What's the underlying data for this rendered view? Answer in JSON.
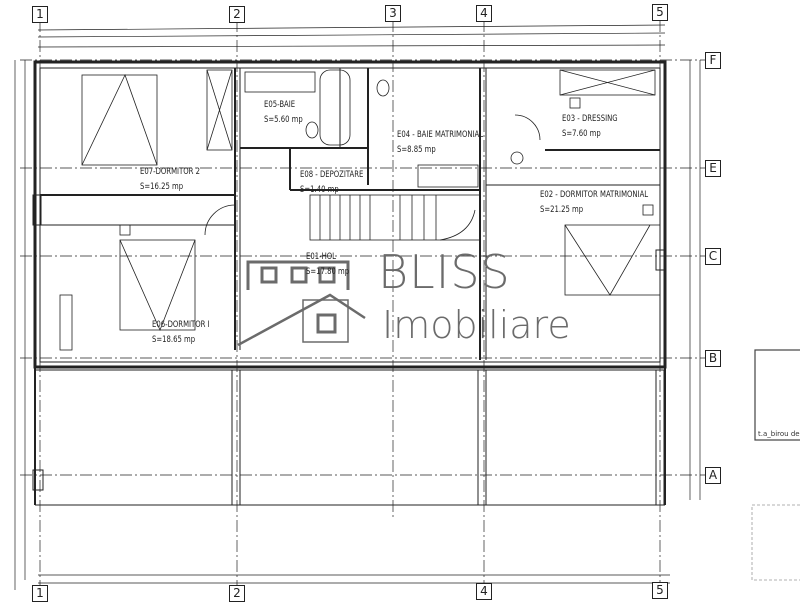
{
  "plan": {
    "axes_columns": [
      "1",
      "2",
      "3",
      "4",
      "5"
    ],
    "axes_rows": [
      "F",
      "E",
      "C",
      "B",
      "A"
    ],
    "rooms": [
      {
        "name": "E05-BAIE",
        "area": "S=5.60 mp"
      },
      {
        "name": "E04 - BAIE MATRIMONIAL",
        "area": "S=8.85 mp"
      },
      {
        "name": "E03 - DRESSING",
        "area": "S=7.60 mp"
      },
      {
        "name": "E07-DORMITOR 2",
        "area": "S=16.25 mp"
      },
      {
        "name": "E08 - DEPOZITARE",
        "area": "S=1.40 mp"
      },
      {
        "name": "E02 - DORMITOR MATRIMONIAL",
        "area": "S=21.25 mp"
      },
      {
        "name": "E01-HOL",
        "area": "S=17.80 mp"
      },
      {
        "name": "E06-DORMITOR I",
        "area": "S=18.65 mp"
      }
    ],
    "side_label": "t.a_birou de"
  },
  "watermark": {
    "line1": "BLISS",
    "line2": "Imobiliare",
    "color": "#6b6b6b"
  }
}
